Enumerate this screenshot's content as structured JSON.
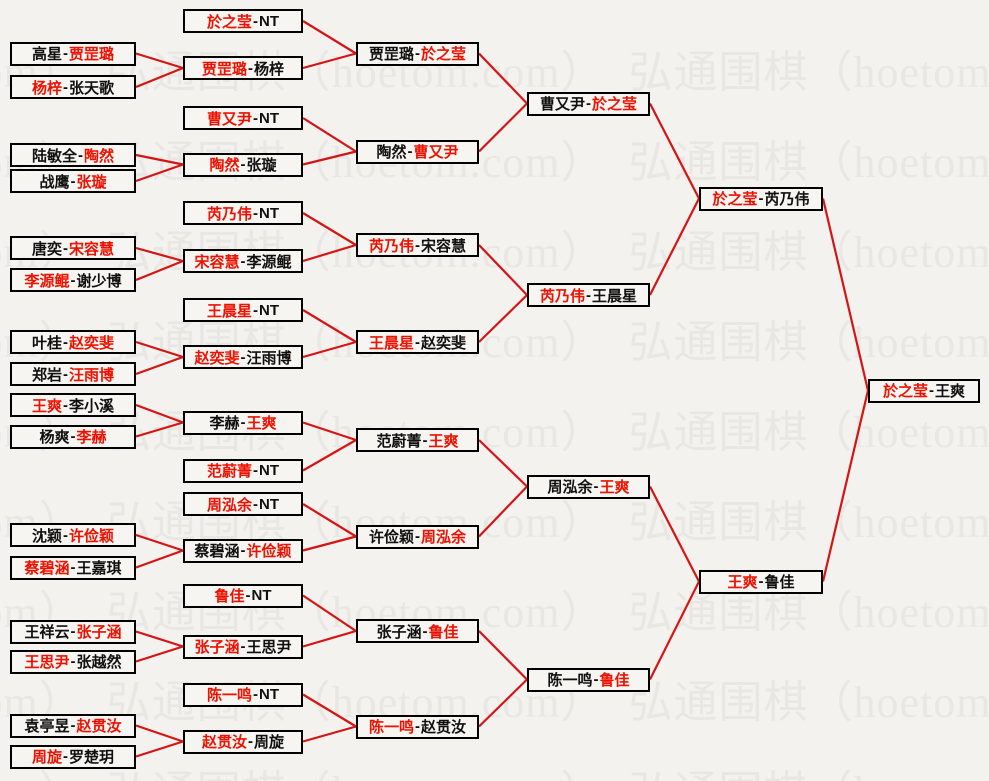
{
  "watermark": {
    "text": "弘通围棋（hoetom.com）"
  },
  "separator": "-",
  "colors": {
    "background": "#f3f2ef",
    "box_background": "#f6f5f2",
    "box_border": "#000000",
    "winner_text": "#ee1100",
    "loser_text": "#101010",
    "connector_line": "#d61414",
    "watermark_text": "#e9e7e3"
  },
  "bracket": {
    "rounds": [
      {
        "matches": [
          {
            "p1": "高星",
            "p2": "贾罡璐",
            "winner": 2
          },
          {
            "p1": "杨梓",
            "p2": "张天歌",
            "winner": 1
          },
          {
            "p1": "陆敏全",
            "p2": "陶然",
            "winner": 2
          },
          {
            "p1": "战鹰",
            "p2": "张璇",
            "winner": 2
          },
          {
            "p1": "唐奕",
            "p2": "宋容慧",
            "winner": 2
          },
          {
            "p1": "李源鲲",
            "p2": "谢少博",
            "winner": 1
          },
          {
            "p1": "叶桂",
            "p2": "赵奕斐",
            "winner": 2
          },
          {
            "p1": "郑岩",
            "p2": "汪雨博",
            "winner": 2
          },
          {
            "p1": "王爽",
            "p2": "李小溪",
            "winner": 1
          },
          {
            "p1": "杨爽",
            "p2": "李赫",
            "winner": 2
          },
          {
            "p1": "沈颖",
            "p2": "许俭颖",
            "winner": 2
          },
          {
            "p1": "蔡碧涵",
            "p2": "王嘉琪",
            "winner": 1
          },
          {
            "p1": "王祥云",
            "p2": "张子涵",
            "winner": 2
          },
          {
            "p1": "王思尹",
            "p2": "张越然",
            "winner": 1
          },
          {
            "p1": "袁亭昱",
            "p2": "赵贯汝",
            "winner": 2
          },
          {
            "p1": "周旋",
            "p2": "罗楚玥",
            "winner": 1
          }
        ]
      },
      {
        "matches": [
          {
            "p1": "於之莹",
            "p2": "NT",
            "winner": 1
          },
          {
            "p1": "贾罡璐",
            "p2": "杨梓",
            "winner": 1
          },
          {
            "p1": "曹又尹",
            "p2": "NT",
            "winner": 1
          },
          {
            "p1": "陶然",
            "p2": "张璇",
            "winner": 1
          },
          {
            "p1": "芮乃伟",
            "p2": "NT",
            "winner": 1
          },
          {
            "p1": "宋容慧",
            "p2": "李源鲲",
            "winner": 1
          },
          {
            "p1": "王晨星",
            "p2": "NT",
            "winner": 1
          },
          {
            "p1": "赵奕斐",
            "p2": "汪雨博",
            "winner": 1
          },
          {
            "p1": "李赫",
            "p2": "王爽",
            "winner": 2
          },
          {
            "p1": "范蔚菁",
            "p2": "NT",
            "winner": 1
          },
          {
            "p1": "周泓余",
            "p2": "NT",
            "winner": 1
          },
          {
            "p1": "蔡碧涵",
            "p2": "许俭颖",
            "winner": 2
          },
          {
            "p1": "鲁佳",
            "p2": "NT",
            "winner": 1
          },
          {
            "p1": "张子涵",
            "p2": "王思尹",
            "winner": 1
          },
          {
            "p1": "陈一鸣",
            "p2": "NT",
            "winner": 1
          },
          {
            "p1": "赵贯汝",
            "p2": "周旋",
            "winner": 1
          }
        ]
      },
      {
        "matches": [
          {
            "p1": "贾罡璐",
            "p2": "於之莹",
            "winner": 2
          },
          {
            "p1": "陶然",
            "p2": "曹又尹",
            "winner": 2
          },
          {
            "p1": "芮乃伟",
            "p2": "宋容慧",
            "winner": 1
          },
          {
            "p1": "王晨星",
            "p2": "赵奕斐",
            "winner": 1
          },
          {
            "p1": "范蔚菁",
            "p2": "王爽",
            "winner": 2
          },
          {
            "p1": "许俭颖",
            "p2": "周泓余",
            "winner": 2
          },
          {
            "p1": "张子涵",
            "p2": "鲁佳",
            "winner": 2
          },
          {
            "p1": "陈一鸣",
            "p2": "赵贯汝",
            "winner": 1
          }
        ]
      },
      {
        "matches": [
          {
            "p1": "曹又尹",
            "p2": "於之莹",
            "winner": 2
          },
          {
            "p1": "芮乃伟",
            "p2": "王晨星",
            "winner": 1
          },
          {
            "p1": "周泓余",
            "p2": "王爽",
            "winner": 2
          },
          {
            "p1": "陈一鸣",
            "p2": "鲁佳",
            "winner": 2
          }
        ]
      },
      {
        "matches": [
          {
            "p1": "於之莹",
            "p2": "芮乃伟",
            "winner": 1
          },
          {
            "p1": "王爽",
            "p2": "鲁佳",
            "winner": 1
          }
        ]
      },
      {
        "matches": [
          {
            "p1": "於之莹",
            "p2": "王爽",
            "winner": 1
          }
        ]
      }
    ]
  }
}
